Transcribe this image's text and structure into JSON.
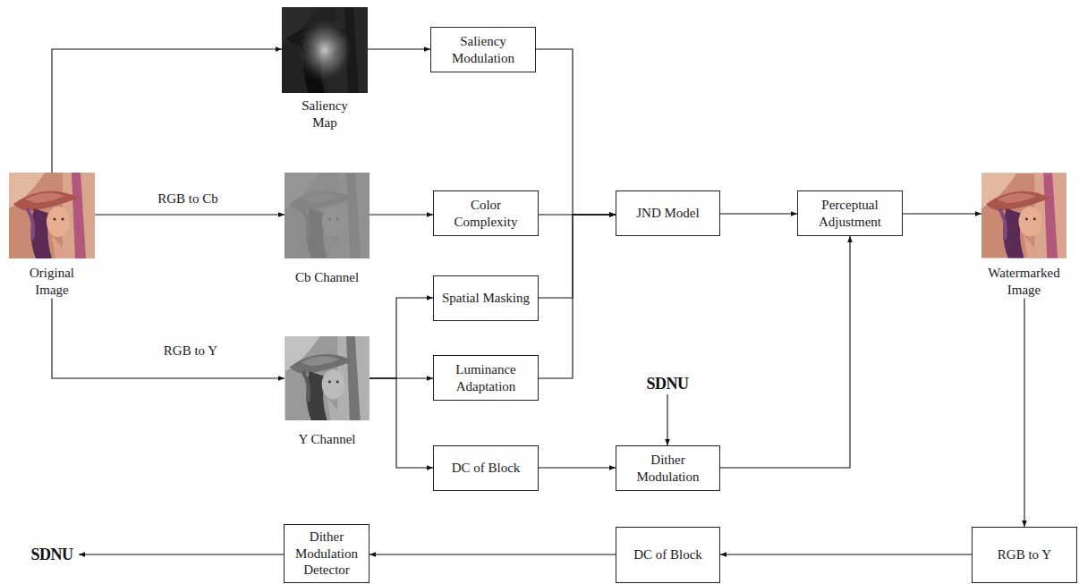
{
  "diagram": {
    "nodes": [
      {
        "text": [
          "Saliency Map"
        ]
      },
      {
        "text": [
          "Saliency Modulation"
        ]
      },
      {
        "text": [
          "Original Image"
        ]
      },
      {
        "text": [
          "Cb Channel"
        ]
      },
      {
        "text": [
          "Color Complexity"
        ]
      },
      {
        "text": [
          "JND Model"
        ]
      },
      {
        "text": [
          "Perceptual Adjustment"
        ]
      },
      {
        "text": [
          "Watermarked Image"
        ]
      },
      {
        "text": [
          "Spatial Masking"
        ]
      },
      {
        "text": [
          "Y Channel"
        ]
      },
      {
        "text": [
          "Luminance Adaptation"
        ]
      },
      {
        "text": [
          "SDNU"
        ]
      },
      {
        "text": [
          "DC of Block"
        ]
      },
      {
        "text": [
          "Dither Modulation"
        ]
      },
      {
        "text": [
          "SDNU"
        ]
      },
      {
        "text": [
          "Dither Modulation Detector"
        ]
      },
      {
        "text": [
          "DC of Block"
        ]
      },
      {
        "text": [
          "RGB to Y"
        ]
      }
    ],
    "edges": [
      {
        "from": 2,
        "to": 0,
        "arrow": "to"
      },
      {
        "from": 2,
        "to": 3,
        "label": "RGB to Cb",
        "arrow": "to"
      },
      {
        "from": 2,
        "to": 9,
        "label": "RGB to Y",
        "arrow": "to"
      },
      {
        "from": 0,
        "to": 1,
        "arrow": "to"
      },
      {
        "from": 3,
        "to": 4,
        "arrow": "to"
      },
      {
        "from": 9,
        "to": 8,
        "arrow": "to"
      },
      {
        "from": 9,
        "to": 10,
        "arrow": "to"
      },
      {
        "from": 9,
        "to": 12,
        "arrow": "to"
      },
      {
        "from": 1,
        "to": 5,
        "arrow": "to"
      },
      {
        "from": 4,
        "to": 5,
        "arrow": "to"
      },
      {
        "from": 8,
        "to": 5,
        "arrow": "to"
      },
      {
        "from": 10,
        "to": 5,
        "arrow": "to"
      },
      {
        "from": 5,
        "to": 6,
        "arrow": "to"
      },
      {
        "from": 6,
        "to": 7,
        "arrow": "to"
      },
      {
        "from": 12,
        "to": 13,
        "arrow": "to"
      },
      {
        "from": 11,
        "to": 13,
        "arrow": "to"
      },
      {
        "from": 13,
        "to": 6,
        "arrow": "to"
      },
      {
        "from": 7,
        "to": 17,
        "arrow": "to"
      },
      {
        "from": 17,
        "to": 16,
        "arrow": "to"
      },
      {
        "from": 16,
        "to": 15,
        "arrow": "to"
      },
      {
        "from": 15,
        "to": 14,
        "arrow": "to"
      }
    ]
  }
}
